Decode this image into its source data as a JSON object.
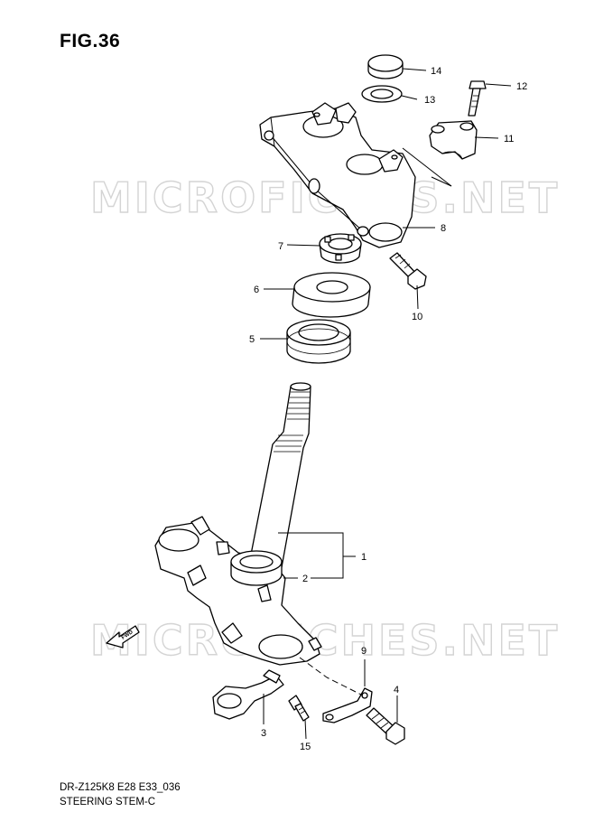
{
  "figure": {
    "title": "FIG.36"
  },
  "footer": {
    "code": "DR-Z125K8 E28 E33_036",
    "caption": "STEERING STEM-C"
  },
  "watermarks": [
    "MICROFICHES.NET",
    "MICROFICHES.NET"
  ],
  "fwd_label": "FWD",
  "callouts": [
    {
      "number": "1",
      "part": "stem"
    },
    {
      "number": "2",
      "part": "lower bearing"
    },
    {
      "number": "3",
      "part": "hose clamp bracket"
    },
    {
      "number": "4",
      "part": "bolt"
    },
    {
      "number": "5",
      "part": "upper bearing"
    },
    {
      "number": "6",
      "part": "dust seal"
    },
    {
      "number": "7",
      "part": "stem nut"
    },
    {
      "number": "8",
      "part": "upper bracket"
    },
    {
      "number": "9",
      "part": "bracket"
    },
    {
      "number": "10",
      "part": "bolt"
    },
    {
      "number": "11",
      "part": "handlebar holder"
    },
    {
      "number": "12",
      "part": "bolt"
    },
    {
      "number": "13",
      "part": "washer"
    },
    {
      "number": "14",
      "part": "cap"
    },
    {
      "number": "15",
      "part": "bolt"
    }
  ]
}
